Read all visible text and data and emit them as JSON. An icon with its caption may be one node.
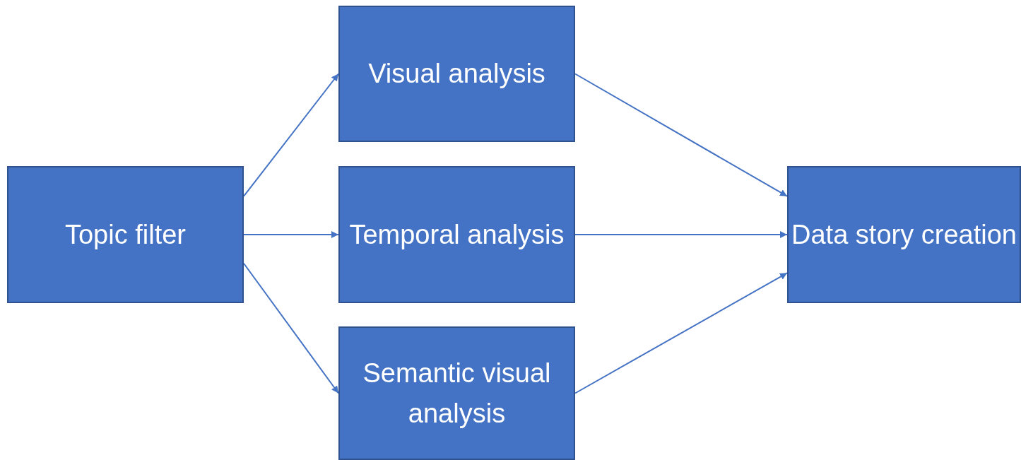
{
  "diagram": {
    "nodes": [
      {
        "text": [
          "Topic filter"
        ]
      },
      {
        "text": [
          "Visual analysis"
        ]
      },
      {
        "text": [
          "Temporal analysis"
        ]
      },
      {
        "text": [
          "Semantic visual analysis"
        ]
      },
      {
        "text": [
          "Data story creation"
        ]
      }
    ],
    "edges": [
      {
        "from": 0,
        "to": 1,
        "arrow": "to"
      },
      {
        "from": 0,
        "to": 2,
        "arrow": "to"
      },
      {
        "from": 0,
        "to": 3,
        "arrow": "to"
      },
      {
        "from": 1,
        "to": 4,
        "arrow": "to"
      },
      {
        "from": 2,
        "to": 4,
        "arrow": "to"
      },
      {
        "from": 3,
        "to": 4,
        "arrow": "to"
      }
    ]
  }
}
